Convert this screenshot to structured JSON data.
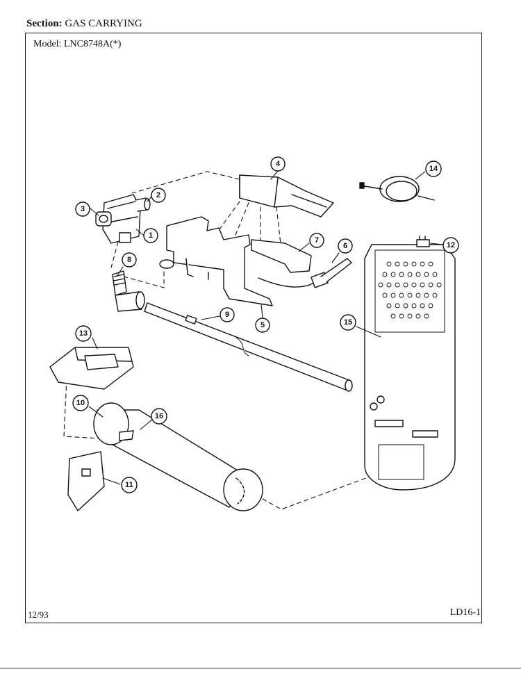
{
  "header": {
    "section_label": "Section:",
    "section_value": "GAS CARRYING",
    "model_label": "Model:",
    "model_value": "LNC8748A(*)"
  },
  "footer": {
    "date": "12/93",
    "page_code": "LD16-1"
  },
  "callouts": [
    "1",
    "2",
    "3",
    "4",
    "5",
    "6",
    "7",
    "8",
    "9",
    "10",
    "11",
    "12",
    "13",
    "14",
    "15",
    "16"
  ]
}
